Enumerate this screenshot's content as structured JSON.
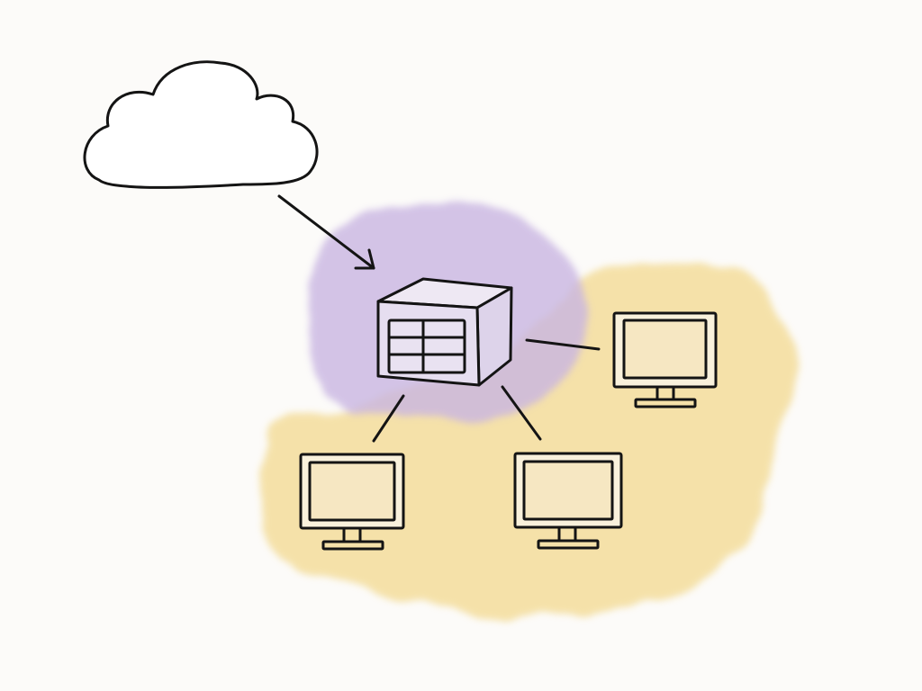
{
  "diagram": {
    "nodes": [
      {
        "id": "cloud",
        "kind": "cloud-icon"
      },
      {
        "id": "server",
        "kind": "server-icon"
      },
      {
        "id": "computer-right",
        "kind": "monitor-icon"
      },
      {
        "id": "computer-bottom-left",
        "kind": "monitor-icon"
      },
      {
        "id": "computer-bottom-center",
        "kind": "monitor-icon"
      }
    ],
    "edges": [
      {
        "from": "cloud",
        "to": "server",
        "directed": true
      },
      {
        "from": "server",
        "to": "computer-right",
        "directed": false
      },
      {
        "from": "server",
        "to": "computer-bottom-left",
        "directed": false
      },
      {
        "from": "server",
        "to": "computer-bottom-center",
        "directed": false
      }
    ]
  },
  "colors": {
    "background": "#fcfbf9",
    "ink": "#141414",
    "server_wash": "#c9b6e2",
    "network_wash": "#f3d98f",
    "screen_fill": "#f6e7c2",
    "cloud_fill": "#ffffff"
  }
}
